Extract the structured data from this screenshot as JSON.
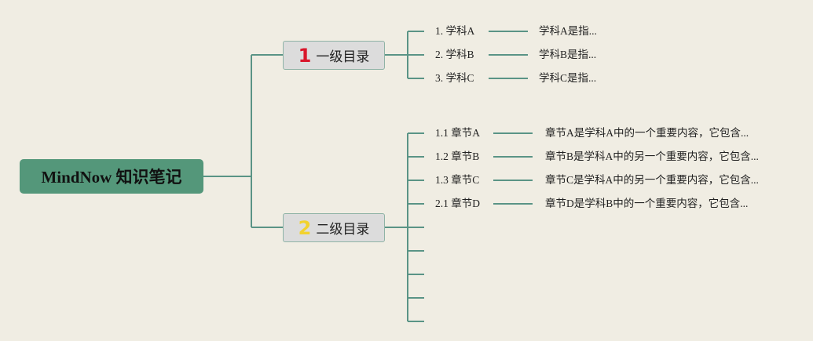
{
  "root": {
    "title": "MindNow 知识笔记"
  },
  "branches": [
    {
      "number": "1",
      "number_color": "#d9162a",
      "label": "一级目录",
      "items": [
        {
          "label": "1. 学科A",
          "desc": "学科A是指..."
        },
        {
          "label": "2. 学科B",
          "desc": "学科B是指..."
        },
        {
          "label": "3. 学科C",
          "desc": "学科C是指..."
        }
      ]
    },
    {
      "number": "2",
      "number_color": "#f2d22e",
      "label": "二级目录",
      "items": [
        {
          "label": "1.1 章节A",
          "desc": "章节A是学科A中的一个重要内容，它包含..."
        },
        {
          "label": "1.2 章节B",
          "desc": "章节B是学科A中的另一个重要内容，它包含..."
        },
        {
          "label": "1.3 章节C",
          "desc": "章节C是学科A中的另一个重要内容，它包含..."
        },
        {
          "label": "2.1 章节D",
          "desc": "章节D是学科B中的一个重要内容，它包含..."
        }
      ]
    }
  ],
  "colors": {
    "line": "#5a9486",
    "background": "#f0ede3",
    "root": "#54977a"
  }
}
